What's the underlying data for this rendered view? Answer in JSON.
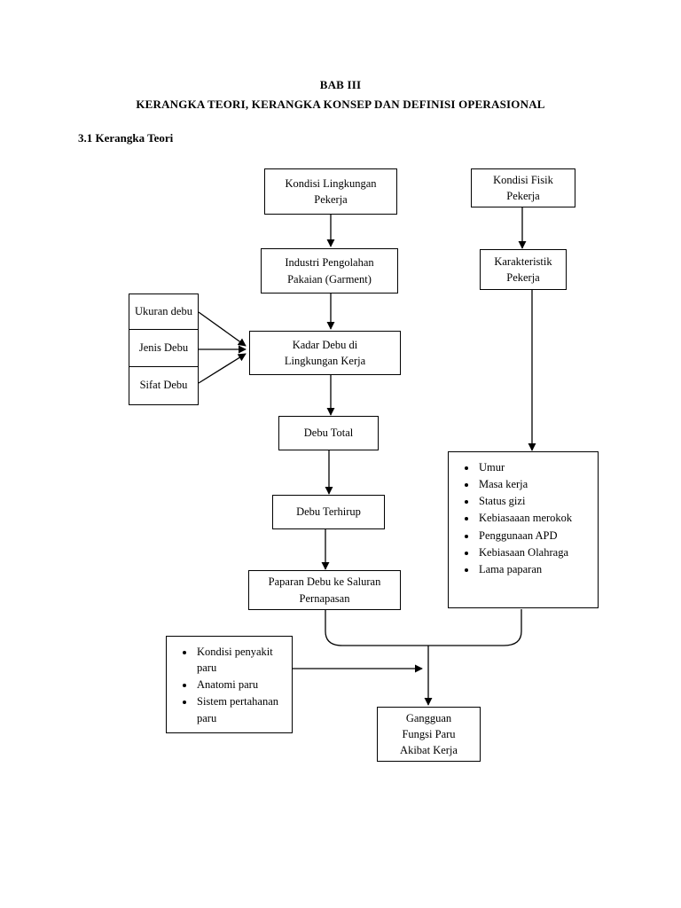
{
  "document": {
    "chapter": "BAB III",
    "title": "KERANGKA TEORI, KERANGKA KONSEP DAN DEFINISI OPERASIONAL",
    "section": "3.1 Kerangka Teori"
  },
  "diagram": {
    "nodes": {
      "kondisi_lingkungan": "Kondisi Lingkungan Pekerja",
      "kondisi_fisik": "Kondisi Fisik Pekerja",
      "industri": "Industri Pengolahan Pakaian (Garment)",
      "karakteristik": "Karakteristik Pekerja",
      "kadar_debu": "Kadar Debu di Lingkungan Kerja",
      "debu_total": "Debu Total",
      "debu_terhirup": "Debu Terhirup",
      "paparan": "Paparan Debu ke Saluran Pernapasan",
      "gangguan": "Gangguan Fungsi Paru Akibat Kerja"
    },
    "node_lines": {
      "kondisi_lingkungan": [
        "Kondisi Lingkungan",
        "Pekerja"
      ],
      "kondisi_fisik": [
        "Kondisi Fisik",
        "Pekerja"
      ],
      "industri": [
        "Industri Pengolahan",
        "Pakaian (Garment)"
      ],
      "karakteristik": [
        "Karakteristik",
        "Pekerja"
      ],
      "kadar_debu": [
        "Kadar Debu di",
        "Lingkungan Kerja"
      ],
      "debu_total": [
        "Debu Total"
      ],
      "debu_terhirup": [
        "Debu Terhirup"
      ],
      "paparan": [
        "Paparan Debu ke Saluran",
        "Pernapasan"
      ],
      "gangguan": [
        "Gangguan",
        "Fungsi Paru",
        "Akibat Kerja"
      ]
    },
    "debu_stack": [
      [
        "Ukuran",
        "debu"
      ],
      [
        "Jenis",
        "Debu"
      ],
      [
        "Sifat Debu"
      ]
    ],
    "faktor_pekerja": [
      "Umur",
      "Masa kerja",
      "Status gizi",
      "Kebiasaaan merokok",
      "Penggunaan APD",
      "Kebiasaan Olahraga",
      "Lama paparan"
    ],
    "faktor_paru": [
      "Kondisi penyakit paru",
      "Anatomi paru",
      "Sistem pertahanan paru"
    ]
  }
}
